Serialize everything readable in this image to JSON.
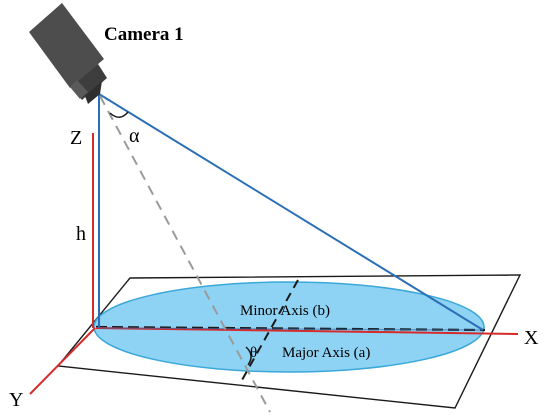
{
  "camera": {
    "label": "Camera 1",
    "icon": "camera-icon",
    "body_color": "#4d4d4d"
  },
  "axes": {
    "z_label": "Z",
    "x_label": "X",
    "y_label": "Y",
    "height_label": "h",
    "axis_color": "#d42b2b"
  },
  "angles": {
    "alpha_label": "α",
    "theta_label": "θ"
  },
  "ellipse": {
    "minor_axis_label": "Minor Axis (b)",
    "major_axis_label": "Major Axis (a)",
    "fill_color": "#8fd3f4",
    "stroke_color": "#3aa8d8"
  },
  "lines": {
    "view_ray_color": "#2a6fb5",
    "center_ray_color": "#9a9a9a",
    "plane_color": "#1a1a1a"
  }
}
